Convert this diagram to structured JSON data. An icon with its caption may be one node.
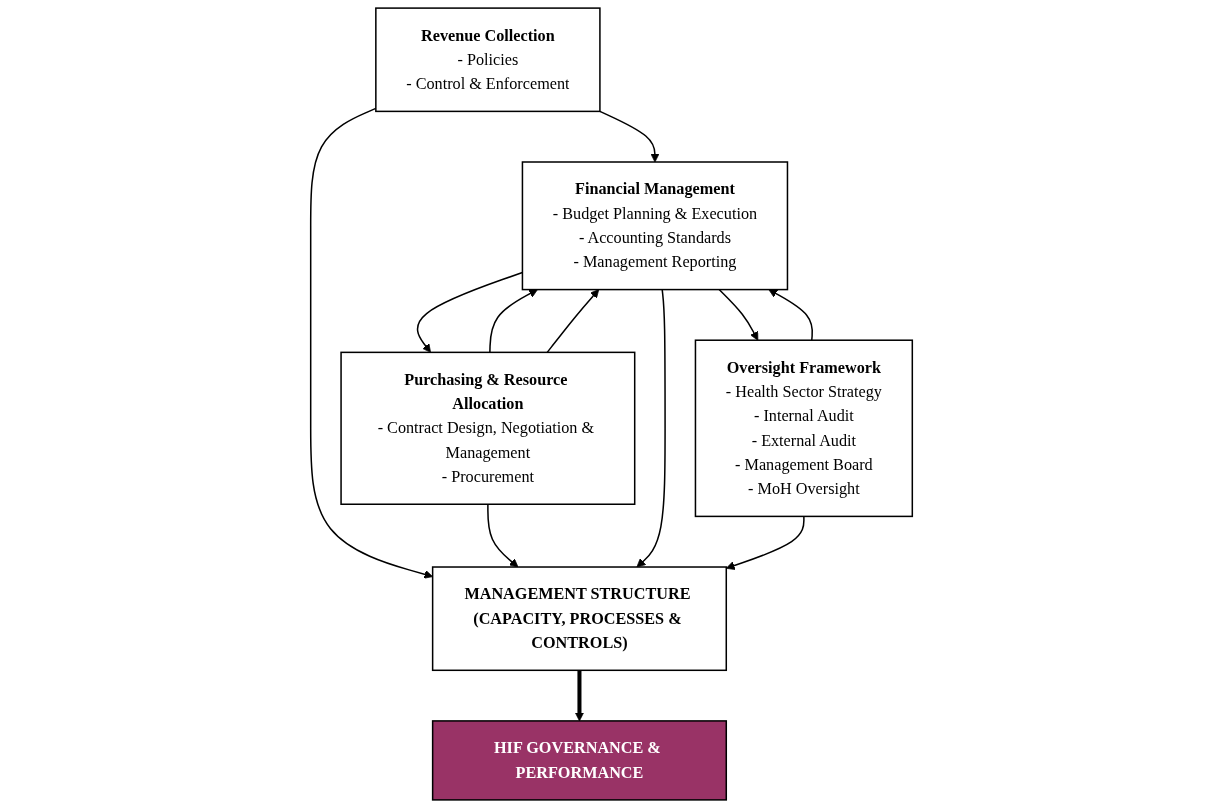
{
  "diagram": {
    "nodes": [
      {
        "text": [
          "Revenue Collection",
          "- Policies",
          "- Control & Enforcement"
        ]
      },
      {
        "text": [
          "Purchasing & Resource Allocation",
          "- Contract Design, Negotiation & Management",
          "- Procurement"
        ]
      },
      {
        "text": [
          "Financial Management",
          "- Budget Planning & Execution",
          "- Accounting Standards",
          "- Management Reporting"
        ]
      },
      {
        "text": [
          "Oversight Framework",
          "- Health Sector Strategy",
          "- Internal Audit",
          "- External Audit",
          "- Management Board",
          "- MoH Oversight"
        ]
      },
      {
        "text": [
          "MANAGEMENT STRUCTURE (CAPACITY, PROCESSES & CONTROLS)"
        ]
      },
      {
        "text": [
          "HIF GOVERNANCE & PERFORMANCE"
        ]
      }
    ],
    "edges": [
      {
        "from": 0,
        "to": 2,
        "arrow": "to"
      },
      {
        "from": 1,
        "to": 2,
        "arrow": "to"
      },
      {
        "from": 1,
        "to": 2,
        "arrow": "to"
      },
      {
        "from": 2,
        "to": 1,
        "arrow": "to"
      },
      {
        "from": 3,
        "to": 2,
        "arrow": "to"
      },
      {
        "from": 2,
        "to": 3,
        "arrow": "to"
      },
      {
        "from": 0,
        "to": 4,
        "arrow": "to"
      },
      {
        "from": 1,
        "to": 4,
        "arrow": "to"
      },
      {
        "from": 2,
        "to": 4,
        "arrow": "to"
      },
      {
        "from": 3,
        "to": 4,
        "arrow": "to"
      },
      {
        "from": 4,
        "to": 5,
        "arrow": "to",
        "style": "thick"
      }
    ]
  }
}
